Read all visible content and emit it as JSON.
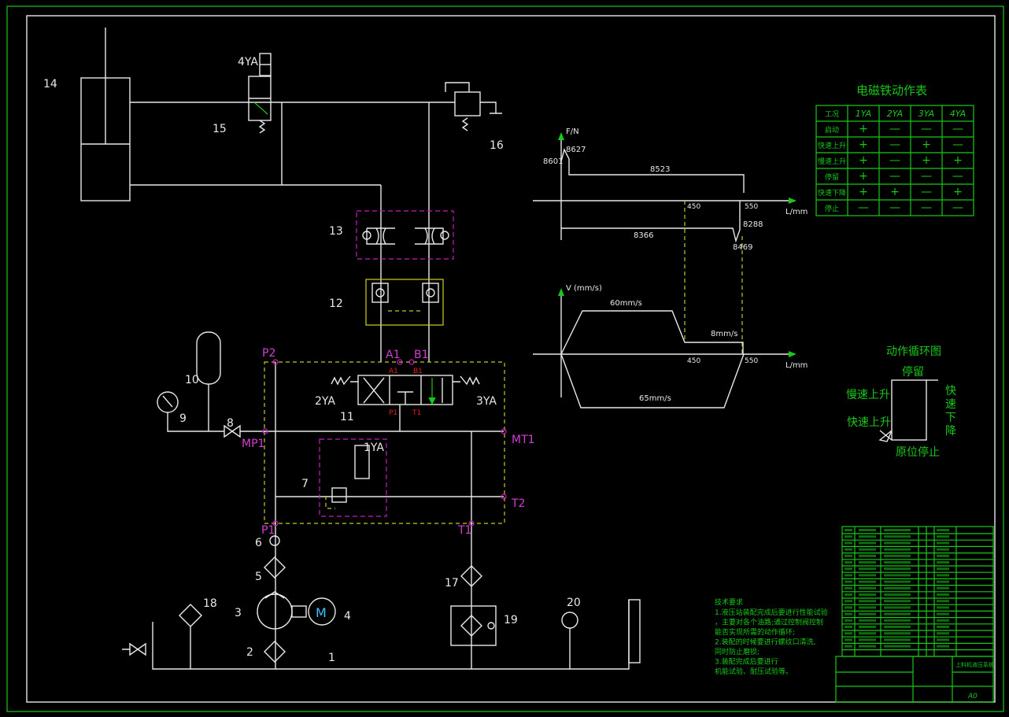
{
  "labels": {
    "n14": "14",
    "n15": "15",
    "n4ya": "4YA",
    "n16": "16",
    "n13": "13",
    "n12": "12",
    "n10": "10",
    "n9": "9",
    "n8": "8",
    "n11": "11",
    "n7": "7",
    "n6": "6",
    "n5": "5",
    "n3": "3",
    "n4": "4",
    "n2": "2",
    "n1": "1",
    "n18": "18",
    "n17": "17",
    "n19": "19",
    "n20": "20",
    "motor": "M",
    "ya2": "2YA",
    "ya3": "3YA",
    "ya1": "1YA"
  },
  "ports": {
    "p2": "P2",
    "a1": "A1",
    "b1": "B1",
    "mp1": "MP1",
    "mt1": "MT1",
    "t2": "T2",
    "p1": "P1",
    "t1": "T1",
    "a1_red": "A1",
    "b1_red": "B1",
    "p1_red": "P1",
    "t1_red": "T1"
  },
  "force_chart": {
    "ylabel": "F/N",
    "xlabel": "L/mm",
    "v8601": "8601",
    "v8627": "8627",
    "v8523": "8523",
    "v450": "450",
    "v550": "550",
    "v8366": "8366",
    "v8288": "8288",
    "v8469": "8469"
  },
  "speed_chart": {
    "ylabel": "V (mm/s)",
    "xlabel": "L/mm",
    "v60": "60mm/s",
    "v8": "8mm/s",
    "v450": "450",
    "v550": "550",
    "v65": "65mm/s"
  },
  "solenoid_table": {
    "title": "电磁铁动作表",
    "headers": [
      "工况",
      "1YA",
      "2YA",
      "3YA",
      "4YA"
    ],
    "rows": [
      [
        "启动",
        "+",
        "—",
        "—",
        "—"
      ],
      [
        "快速上升",
        "+",
        "—",
        "+",
        "—"
      ],
      [
        "慢速上升",
        "+",
        "—",
        "+",
        "+"
      ],
      [
        "停留",
        "+",
        "—",
        "—",
        "—"
      ],
      [
        "快速下降",
        "+",
        "+",
        "—",
        "+"
      ],
      [
        "停止",
        "—",
        "—",
        "—",
        "—"
      ]
    ]
  },
  "cycle_diagram": {
    "title": "动作循环图",
    "top": "停留",
    "left_upper": "慢速上升",
    "left_lower": "快速上升",
    "right": "快速下降",
    "bottom": "原位停止"
  },
  "tech_notes": {
    "title": "技术要求",
    "lines": [
      "1.液压站装配完成后要进行性能试验",
      "，主要对各个油路;通过控制阀控制",
      "能否实现所需的动作循环;",
      "2.装配的时候要进行螺纹口清洗,",
      "同时防止磨损;",
      "3.装配完成后要进行",
      "机能试验、耐压试验等。"
    ]
  },
  "title_block": {
    "name": "上料机液压系统",
    "sheet": "A0"
  }
}
